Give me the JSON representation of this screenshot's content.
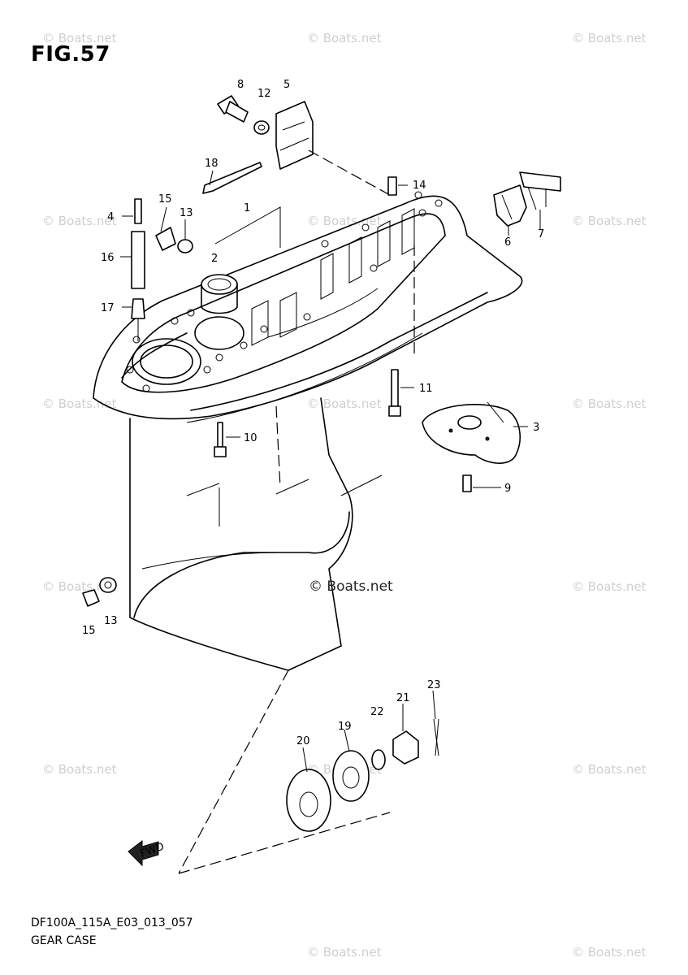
{
  "figure": {
    "title": "FIG.57",
    "code": "DF100A_115A_E03_013_057",
    "name": "GEAR CASE"
  },
  "watermark": {
    "text": "© Boats.net",
    "center_text": "© Boats.net"
  },
  "callouts": {
    "c1": "1",
    "c2": "2",
    "c3": "3",
    "c4": "4",
    "c5": "5",
    "c6": "6",
    "c7": "7",
    "c8": "8",
    "c9": "9",
    "c10": "10",
    "c11": "11",
    "c12": "12",
    "c13a": "13",
    "c13b": "13",
    "c14": "14",
    "c15a": "15",
    "c15b": "15",
    "c16": "16",
    "c17": "17",
    "c18": "18",
    "c19": "19",
    "c20": "20",
    "c21": "21",
    "c22": "22",
    "c23": "23"
  },
  "fwd_label": "FWD"
}
